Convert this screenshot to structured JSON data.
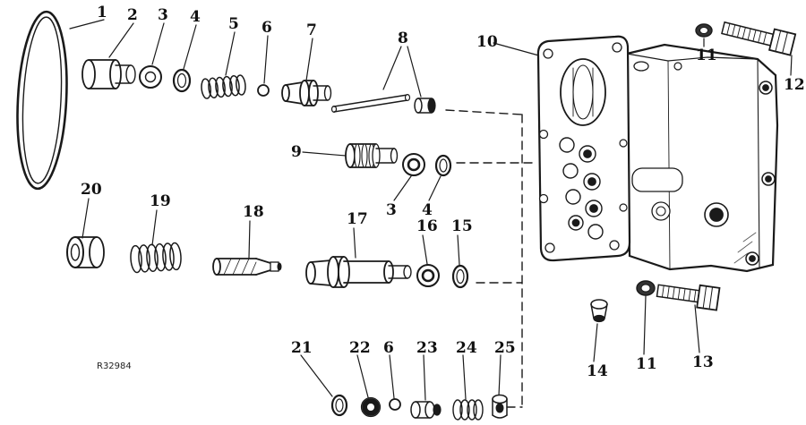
{
  "colors": {
    "ink": "#1a1a1a",
    "background": "#ffffff"
  },
  "figure": {
    "code": "R32984"
  },
  "callouts": [
    {
      "label": "1"
    },
    {
      "label": "2"
    },
    {
      "label": "3"
    },
    {
      "label": "4"
    },
    {
      "label": "5"
    },
    {
      "label": "6"
    },
    {
      "label": "7"
    },
    {
      "label": "8"
    },
    {
      "label": "10"
    },
    {
      "label": "11"
    },
    {
      "label": "12"
    },
    {
      "label": "9"
    },
    {
      "label": "3"
    },
    {
      "label": "4"
    },
    {
      "label": "20"
    },
    {
      "label": "19"
    },
    {
      "label": "18"
    },
    {
      "label": "17"
    },
    {
      "label": "16"
    },
    {
      "label": "15"
    },
    {
      "label": "14"
    },
    {
      "label": "11"
    },
    {
      "label": "13"
    },
    {
      "label": "21"
    },
    {
      "label": "22"
    },
    {
      "label": "6"
    },
    {
      "label": "23"
    },
    {
      "label": "24"
    },
    {
      "label": "25"
    }
  ]
}
